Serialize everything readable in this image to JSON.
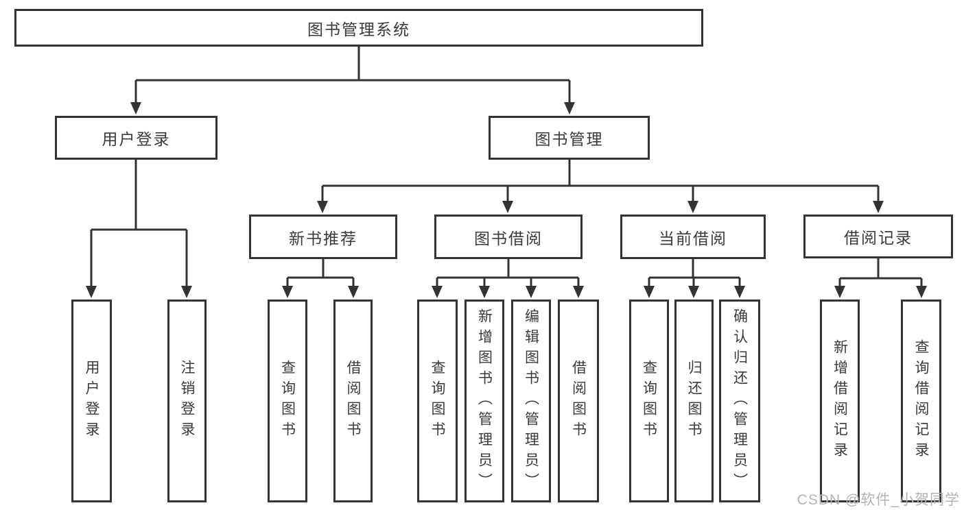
{
  "diagram": {
    "watermark": "CSDN @软件_小贺同学",
    "colors": {
      "line": "#333333",
      "box_border": "#333333",
      "box_fill": "#ffffff",
      "text": "#3a3a3a",
      "watermark": "#b3b3b3",
      "background": "#ffffff"
    }
  },
  "nodes": {
    "root": {
      "label": "图书管理系统"
    },
    "user_login": {
      "label": "用户登录"
    },
    "book_mgmt": {
      "label": "图书管理"
    },
    "new_rec": {
      "label": "新书推荐"
    },
    "book_borrow": {
      "label": "图书借阅"
    },
    "cur_borrow": {
      "label": "当前借阅"
    },
    "borrow_rec": {
      "label": "借阅记录"
    },
    "leaf_user_login": {
      "label": "用户登录"
    },
    "leaf_logout": {
      "label": "注销登录"
    },
    "leaf_rec_query": {
      "label": "查询图书"
    },
    "leaf_rec_borrow": {
      "label": "借阅图书"
    },
    "leaf_bb_query": {
      "label": "查询图书"
    },
    "leaf_bb_add": {
      "label": "新增图书（管理员）"
    },
    "leaf_bb_edit": {
      "label": "编辑图书（管理员）"
    },
    "leaf_bb_borrow": {
      "label": "借阅图书"
    },
    "leaf_cb_query": {
      "label": "查询图书"
    },
    "leaf_cb_return": {
      "label": "归还图书"
    },
    "leaf_cb_confirm": {
      "label": "确认归还（管理员）"
    },
    "leaf_br_add": {
      "label": "新增借阅记录"
    },
    "leaf_br_query": {
      "label": "查询借阅记录"
    }
  }
}
